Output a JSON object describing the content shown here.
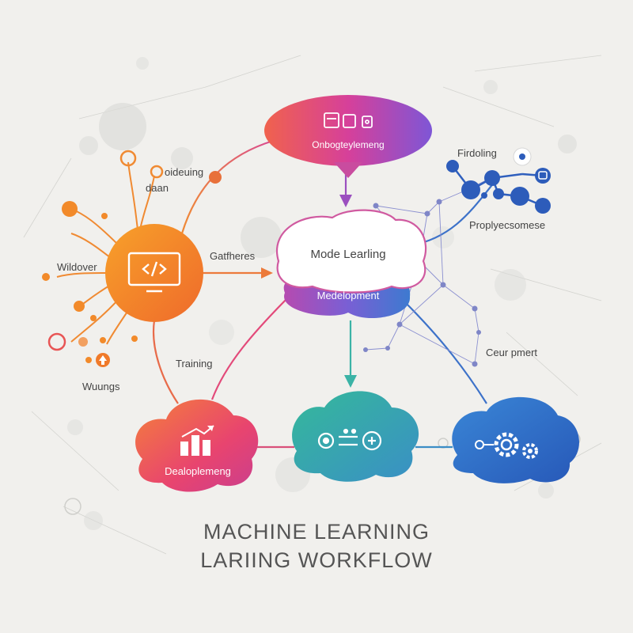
{
  "top_node": {
    "label": "Onbogteylemeng",
    "icon": "devices-icon"
  },
  "center_node": {
    "label": "Mode Learling",
    "subtitle": "Medelopment"
  },
  "left_node": {
    "icon": "code-monitor-icon"
  },
  "bottom_left_node": {
    "label": "Dealoplemeng",
    "icon": "bar-chart-growth-icon"
  },
  "bottom_center_node": {
    "icon": "gears-progress-icon"
  },
  "bottom_right_node": {
    "icon": "gears-icon"
  },
  "labels": {
    "oideuing": "oideuing",
    "daan": "daan",
    "wildover": "Wildover",
    "gatfheres": "Gatfheres",
    "training": "Training",
    "wuungs": "Wuungs",
    "firdoling": "Firdoling",
    "proplyecsomese": "Proplyecsomese",
    "ceur_pmert": "Ceur pmert"
  },
  "title": {
    "line1": "MACHINE LEARNING",
    "line2": "LARIING WORKFLOW"
  },
  "colors": {
    "orange": "#f28a1f",
    "magenta": "#d1429a",
    "purple": "#7a4fd0",
    "teal": "#3bb3a6",
    "blue": "#2b6fc9",
    "grey_bubble": "#d9d9d6"
  }
}
